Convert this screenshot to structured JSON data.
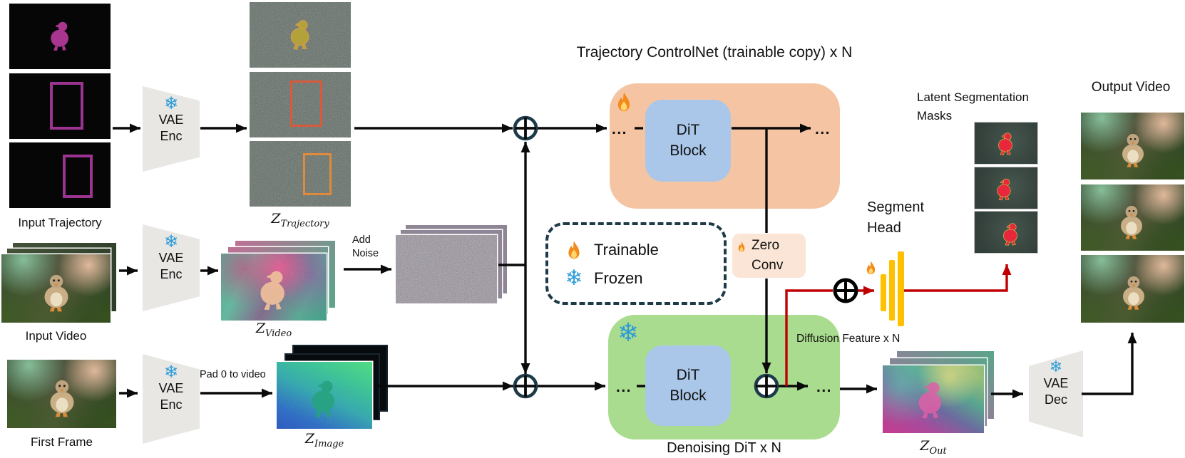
{
  "labels": {
    "controlnet_title": "Trajectory ControlNet (trainable copy) x N",
    "input_trajectory": "Input Trajectory",
    "input_video": "Input Video",
    "first_frame": "First Frame",
    "vae_enc": "VAE Enc",
    "vae_dec": "VAE Dec",
    "add_noise": "Add Noise",
    "pad_zero": "Pad 0 to video",
    "dit_block": "DiT Block",
    "zero_conv": "Zero Conv",
    "denoising": "Denoising DiT x N",
    "diffusion_feature": "Diffusion Feature x N",
    "segment_head": "Segment Head",
    "latent_masks": "Latent Segmentation Masks",
    "output_video": "Output Video",
    "trainable": "Trainable",
    "frozen": "Frozen",
    "dots": "..."
  },
  "latents": {
    "z_trajectory": {
      "base": "Z",
      "sub": "Trajectory"
    },
    "z_video": {
      "base": "Z",
      "sub": "Video"
    },
    "z_image": {
      "base": "Z",
      "sub": "Image"
    },
    "z_out": {
      "base": "Z",
      "sub": "Out"
    }
  },
  "icons": {
    "flame": "flame-icon (trainable)",
    "snowflake": "snowflake-icon (frozen)",
    "circle_plus": "circle-plus-icon (feature add)"
  },
  "colors": {
    "controlnet_box": "#F5C5A3",
    "denoising_box": "#A9DC8E",
    "dit_block": "#AAC7E9",
    "zero_conv_box": "#FBE5D6",
    "legend_border": "#1D3A48",
    "segment_bars": "#FFC000",
    "red_arrow": "#C00000",
    "trajectory_magenta": "#A8368F",
    "snowflake_blue": "#2D9BD8"
  }
}
